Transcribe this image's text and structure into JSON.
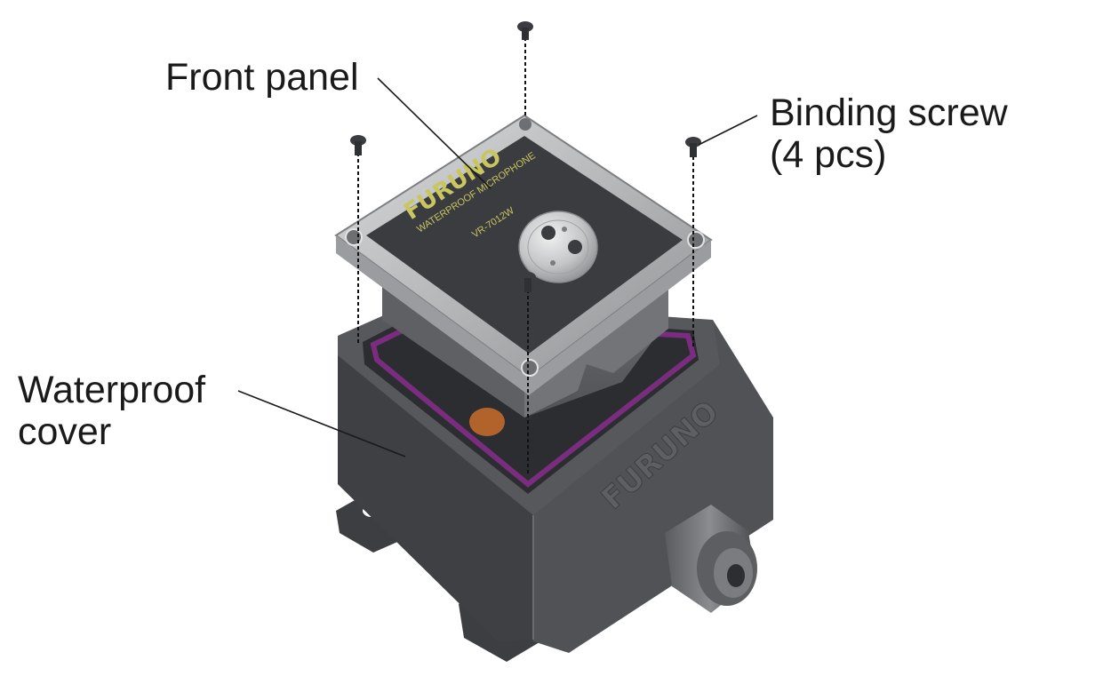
{
  "labels": {
    "front_panel": "Front panel",
    "binding_screw_line1": "Binding screw",
    "binding_screw_line2": "(4 pcs)",
    "waterproof_cover_line1": "Waterproof",
    "waterproof_cover_line2": "cover"
  },
  "panel_text": {
    "brand": "FURUNO",
    "product": "WATERPROOF MICROPHONE",
    "model": "VR-7012W"
  },
  "cover_text": {
    "brand": "FURUNO"
  },
  "colors": {
    "cover_body": "#4a4c4f",
    "cover_dark": "#36383b",
    "panel_face": "#3a3c3f",
    "panel_frame": "#b9bbbd",
    "gasket": "#7a2d7e",
    "panel_text": "#c9c560",
    "orange_part": "#b2632c"
  }
}
